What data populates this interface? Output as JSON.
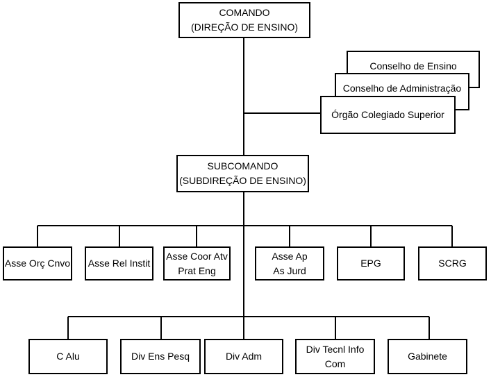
{
  "top": {
    "line1": "COMANDO",
    "line2": "(DIREÇÃO DE ENSINO)"
  },
  "councils": [
    "Conselho de Ensino",
    "Conselho de Administração",
    "Órgão Colegiado Superior"
  ],
  "sub": {
    "line1": "SUBCOMANDO",
    "line2": "(SUBDIREÇÃO DE ENSINO)"
  },
  "advisors": [
    [
      "Asse Orç Cnvo"
    ],
    [
      "Asse Rel Instit"
    ],
    [
      "Asse Coor Atv",
      "Prat Eng"
    ],
    [
      "Asse Ap",
      "As Jurd"
    ],
    [
      "EPG"
    ],
    [
      "SCRG"
    ]
  ],
  "divisions": [
    [
      "C Alu"
    ],
    [
      "Div Ens Pesq"
    ],
    [
      "Div Adm"
    ],
    [
      "Div Tecnl Info",
      "Com"
    ],
    [
      "Gabinete"
    ]
  ]
}
